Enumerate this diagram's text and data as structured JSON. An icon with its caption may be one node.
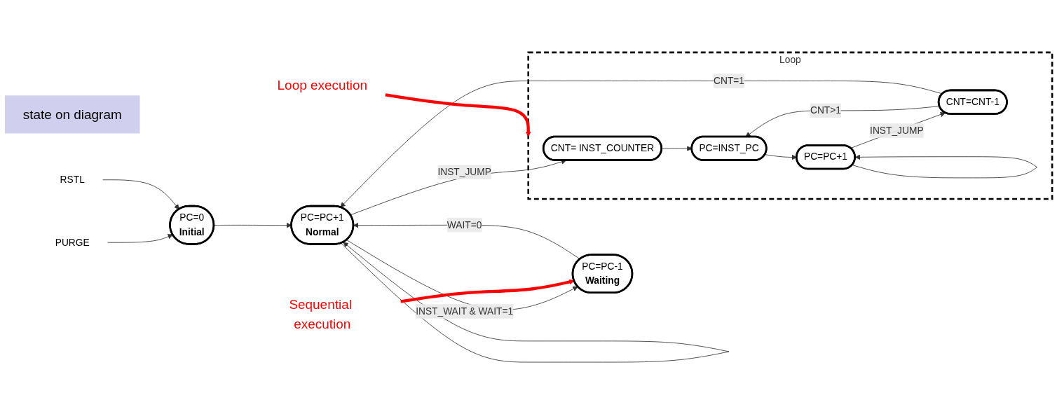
{
  "diagram": {
    "nodes": [
      {
        "text": [
          "PC=0",
          "Initial"
        ]
      },
      {
        "text": [
          "PC=PC+1",
          "Normal"
        ]
      },
      {
        "text": [
          "PC=PC-1",
          "Waiting"
        ]
      },
      {
        "text": [
          "Loop"
        ]
      },
      {
        "text": [
          "CNT= INST_COUNTER"
        ],
        "in": 3
      },
      {
        "text": [
          "PC=INST_PC"
        ],
        "in": 3
      },
      {
        "text": [
          "PC=PC+1"
        ],
        "in": 3
      },
      {
        "text": [
          "CNT=CNT-1"
        ],
        "in": 3
      },
      {
        "text": [
          "Sequential execution"
        ]
      },
      {
        "text": [
          "Loop execution"
        ]
      },
      {
        "text": [
          "state on diagram"
        ]
      },
      {
        "text": [
          "PURGE"
        ]
      },
      {
        "text": [
          "RSTL"
        ]
      }
    ],
    "edges": [
      {
        "from": 11,
        "to": 0,
        "arrow": "to"
      },
      {
        "from": 12,
        "to": 0,
        "arrow": "to"
      },
      {
        "from": 0,
        "to": 1,
        "arrow": "to"
      },
      {
        "from": 1,
        "to": 1,
        "arrow": "to"
      },
      {
        "from": 1,
        "to": 2,
        "arrow": "to",
        "label": "INST_WAIT & WAIT=1"
      },
      {
        "from": 2,
        "to": 1,
        "arrow": "to",
        "label": "WAIT=0"
      },
      {
        "from": 1,
        "to": 4,
        "arrow": "to",
        "label": "INST_JUMP"
      },
      {
        "from": 4,
        "to": 5,
        "arrow": "to"
      },
      {
        "from": 5,
        "to": 6,
        "arrow": "to"
      },
      {
        "from": 6,
        "to": 6,
        "arrow": "to"
      },
      {
        "from": 6,
        "to": 7,
        "arrow": "to",
        "label": "INST_JUMP"
      },
      {
        "from": 7,
        "to": 5,
        "arrow": "to",
        "label": "CNT>1"
      },
      {
        "from": 7,
        "to": 1,
        "arrow": "to",
        "label": "CNT=1"
      },
      {
        "from": 8,
        "to": 2,
        "arrow": "to",
        "style": "thick",
        "color": "#ff0000"
      },
      {
        "from": 9,
        "to": 3,
        "arrow": "to",
        "style": "thick",
        "color": "#ff0000"
      }
    ]
  }
}
